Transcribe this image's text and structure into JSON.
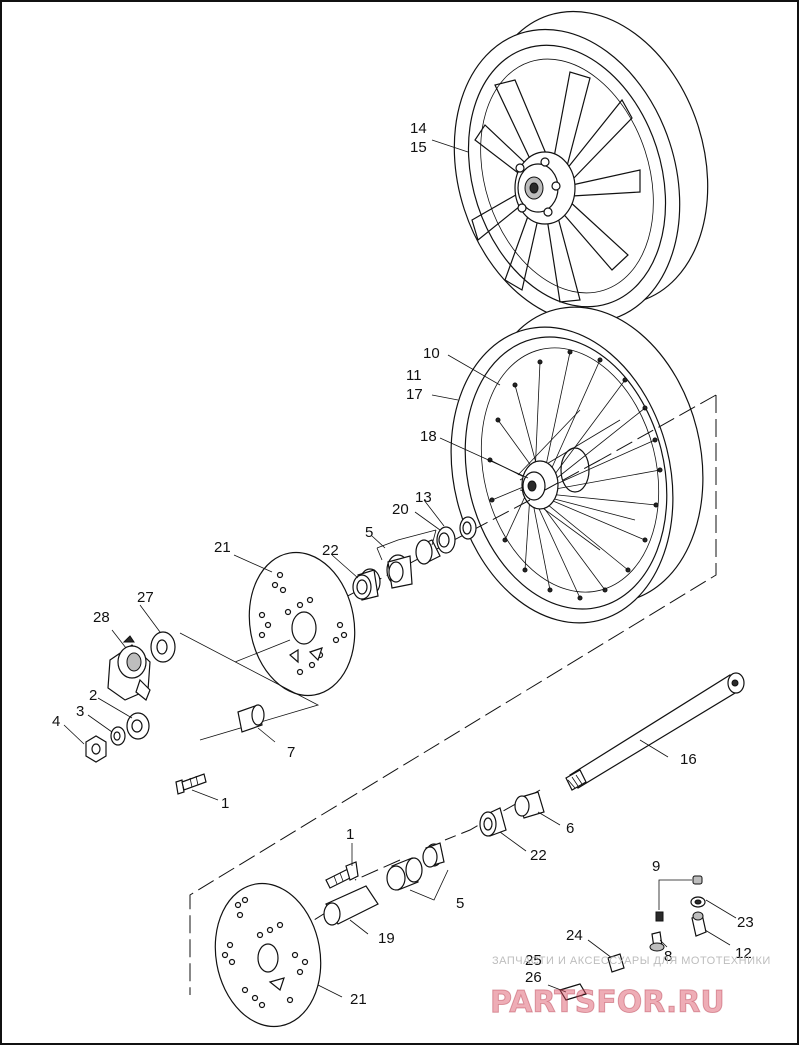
{
  "callouts": {
    "c1a": "1",
    "c1b": "1",
    "c2": "2",
    "c3": "3",
    "c4": "4",
    "c5a": "5",
    "c5b": "5",
    "c6": "6",
    "c7": "7",
    "c8": "8",
    "c9": "9",
    "c10": "10",
    "c11": "11",
    "c12": "12",
    "c13": "13",
    "c14": "14",
    "c15": "15",
    "c16": "16",
    "c17": "17",
    "c18": "18",
    "c19": "19",
    "c20": "20",
    "c21a": "21",
    "c21b": "21",
    "c22a": "22",
    "c22b": "22",
    "c23": "23",
    "c24": "24",
    "c25": "25",
    "c26": "26",
    "c27": "27",
    "c28": "28"
  },
  "watermark": {
    "tagline": "ЗАПЧАСТИ И АКСЕССУАРЫ ДЛЯ МОТОТЕХНИКИ",
    "brand": "PARTSFOR.RU"
  },
  "colors": {
    "line": "#111111",
    "watermark": "#d94a5e"
  }
}
